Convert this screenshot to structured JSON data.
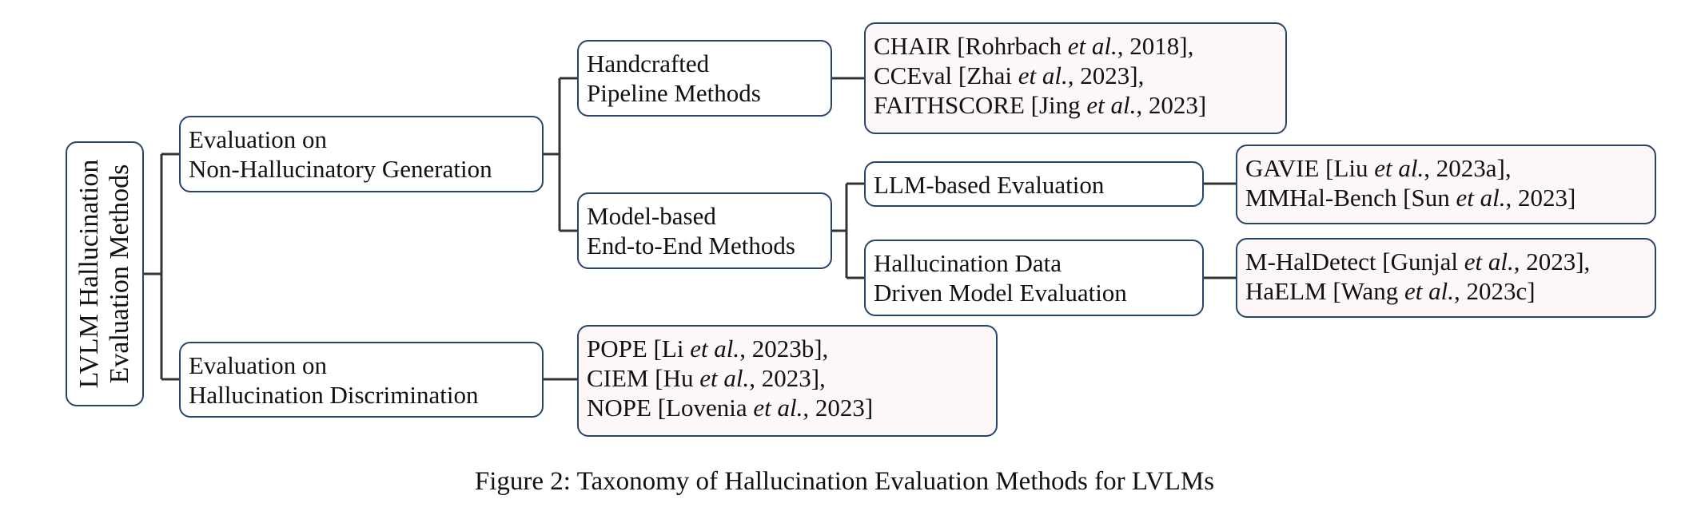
{
  "root": {
    "lines": [
      "LVLM Hallucination",
      "Evaluation Methods"
    ]
  },
  "level1": {
    "non_hallucinatory": {
      "lines": [
        "Evaluation on",
        "Non-Hallucinatory Generation"
      ]
    },
    "discrimination": {
      "lines": [
        "Evaluation on",
        "Hallucination Discrimination"
      ]
    }
  },
  "level2": {
    "handcrafted": {
      "lines": [
        "Handcrafted",
        "Pipeline Methods"
      ]
    },
    "model_based": {
      "lines": [
        "Model-based",
        "End-to-End Methods"
      ]
    }
  },
  "level3": {
    "llm_based": {
      "label": "LLM-based Evaluation"
    },
    "data_driven": {
      "lines": [
        "Hallucination Data",
        "Driven Model Evaluation"
      ]
    }
  },
  "leaves": {
    "handcrafted_refs": [
      {
        "pre": "CHAIR [Rohrbach ",
        "em": "et al.",
        "post": ", 2018],"
      },
      {
        "pre": "CCEval [Zhai ",
        "em": "et al.",
        "post": ", 2023],"
      },
      {
        "pre": "FAITHSCORE [Jing ",
        "em": "et al.",
        "post": ", 2023]"
      }
    ],
    "llm_refs": [
      {
        "pre": "GAVIE [Liu ",
        "em": "et al.",
        "post": ", 2023a],"
      },
      {
        "pre": "MMHal-Bench [Sun ",
        "em": "et al.",
        "post": ", 2023]"
      }
    ],
    "data_driven_refs": [
      {
        "pre": "M-HalDetect [Gunjal ",
        "em": "et al.",
        "post": ", 2023],"
      },
      {
        "pre": "HaELM [Wang ",
        "em": "et al.",
        "post": ", 2023c]"
      }
    ],
    "discrimination_refs": [
      {
        "pre": "POPE [Li ",
        "em": "et al.",
        "post": ", 2023b],"
      },
      {
        "pre": "CIEM [Hu ",
        "em": "et al.",
        "post": ", 2023],"
      },
      {
        "pre": "NOPE [Lovenia ",
        "em": "et al.",
        "post": ", 2023]"
      }
    ]
  },
  "caption": "Figure 2: Taxonomy of Hallucination Evaluation Methods for LVLMs",
  "colors": {
    "border": "#27466a",
    "edge": "#333333",
    "leaf_fill": "#fdf7f7"
  }
}
